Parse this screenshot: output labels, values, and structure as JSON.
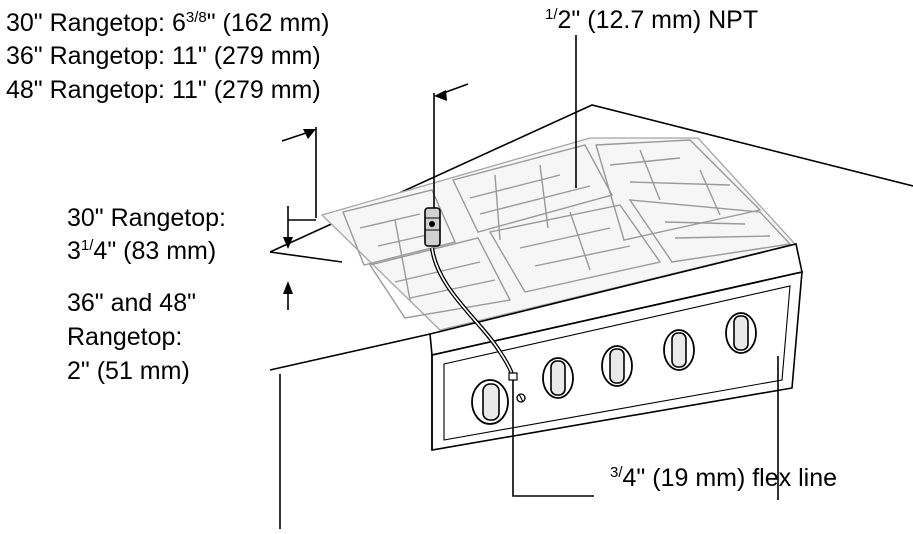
{
  "labels": {
    "width_30": {
      "prefix": "30\" Rangetop: 6",
      "sup": "3/",
      "sub": "8",
      "suffix": "\" (162 mm)"
    },
    "width_36": "36\" Rangetop: 11\" (279 mm)",
    "width_48": "48\" Rangetop: 11\" (279 mm)",
    "npt": {
      "sup": "1/",
      "suffix": "2\" (12.7 mm)  NPT"
    },
    "height_30_line1": "30\" Rangetop:",
    "height_30_line2": {
      "prefix": "3",
      "sup": "1/",
      "suffix": "4\" (83 mm)"
    },
    "height_36_48_line1": "36\" and 48\"",
    "height_36_48_line2": "Rangetop:",
    "height_36_48_line3": "2\" (51 mm)",
    "flex_line": {
      "sup": "3/",
      "suffix": "4\" (19 mm) flex line"
    }
  }
}
